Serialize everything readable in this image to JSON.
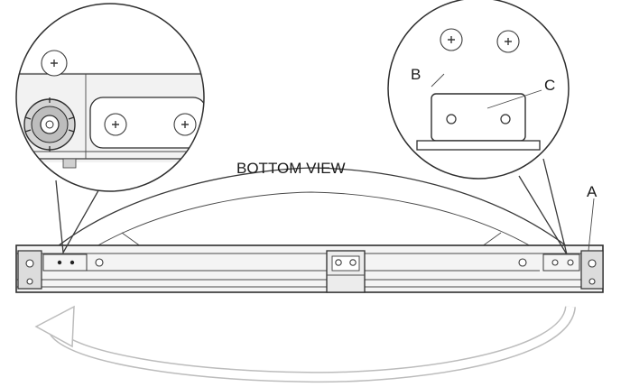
{
  "view_title": "BOTTOM VIEW",
  "callouts": {
    "a": "A",
    "b": "B",
    "c": "C"
  },
  "icons": {
    "rotate_arrow": "curved-rotation-arrow-icon",
    "screw": "phillips-screw-icon"
  },
  "colors": {
    "line": "#3a3a3a",
    "background": "#ffffff"
  }
}
